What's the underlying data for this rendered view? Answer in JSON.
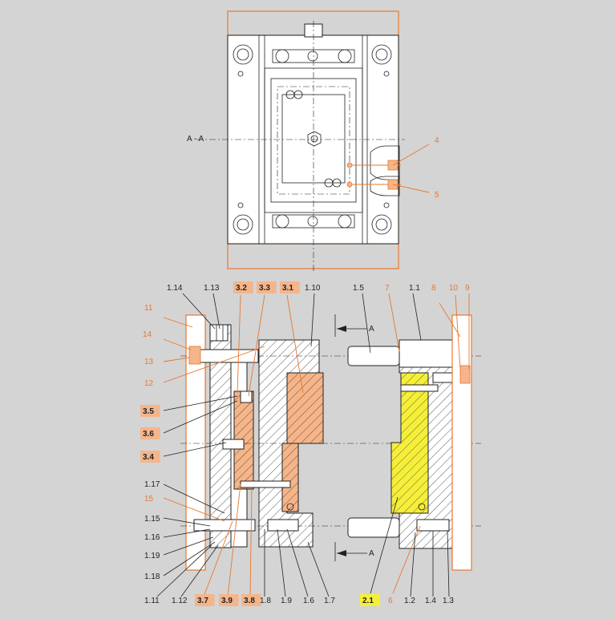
{
  "section_label": "A - A",
  "cut_marks": {
    "top": "A",
    "bottom": "A"
  },
  "colors": {
    "background": "#d4d4d4",
    "accent_orange": "#e8772e",
    "orange_fill": "#f4b58a",
    "yellow_fill": "#f5ef38",
    "line": "#222222"
  },
  "top_view_labels": [
    {
      "text": "4"
    },
    {
      "text": "5"
    }
  ],
  "section_labels": {
    "top_row": [
      {
        "text": "1.14",
        "style": "plain"
      },
      {
        "text": "1.13",
        "style": "plain"
      },
      {
        "text": "3.2",
        "style": "box"
      },
      {
        "text": "3.3",
        "style": "box"
      },
      {
        "text": "3.1",
        "style": "box"
      },
      {
        "text": "1.10",
        "style": "plain"
      },
      {
        "text": "1.5",
        "style": "plain"
      },
      {
        "text": "7",
        "style": "orange"
      },
      {
        "text": "1.1",
        "style": "plain"
      },
      {
        "text": "8",
        "style": "orange"
      },
      {
        "text": "10",
        "style": "orange"
      },
      {
        "text": "9",
        "style": "orange"
      }
    ],
    "left_column": [
      {
        "text": "11",
        "style": "orange"
      },
      {
        "text": "14",
        "style": "orange"
      },
      {
        "text": "13",
        "style": "orange"
      },
      {
        "text": "12",
        "style": "orange"
      },
      {
        "text": "3.5",
        "style": "box"
      },
      {
        "text": "3.6",
        "style": "box"
      },
      {
        "text": "3.4",
        "style": "box"
      },
      {
        "text": "1.17",
        "style": "plain"
      },
      {
        "text": "15",
        "style": "orange"
      },
      {
        "text": "1.15",
        "style": "plain"
      },
      {
        "text": "1.16",
        "style": "plain"
      },
      {
        "text": "1.19",
        "style": "plain"
      },
      {
        "text": "1.18",
        "style": "plain"
      }
    ],
    "bottom_row": [
      {
        "text": "1.11",
        "style": "plain"
      },
      {
        "text": "1.12",
        "style": "plain"
      },
      {
        "text": "3.7",
        "style": "box"
      },
      {
        "text": "3.9",
        "style": "box"
      },
      {
        "text": "3.8",
        "style": "box"
      },
      {
        "text": "1.8",
        "style": "plain"
      },
      {
        "text": "1.9",
        "style": "plain"
      },
      {
        "text": "1.6",
        "style": "plain"
      },
      {
        "text": "1.7",
        "style": "plain"
      },
      {
        "text": "2.1",
        "style": "yellow"
      },
      {
        "text": "6",
        "style": "orange"
      },
      {
        "text": "1.2",
        "style": "plain"
      },
      {
        "text": "1.4",
        "style": "plain"
      },
      {
        "text": "1.3",
        "style": "plain"
      }
    ]
  }
}
